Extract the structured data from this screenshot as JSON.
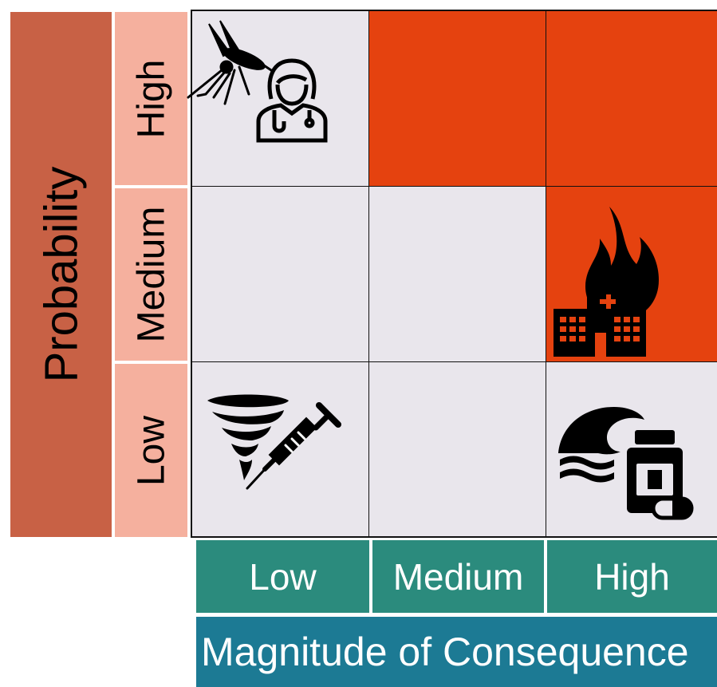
{
  "probability_axis": {
    "title": "Probability",
    "levels": [
      "High",
      "Medium",
      "Low"
    ]
  },
  "consequence_axis": {
    "title": "Magnitude of Consequence",
    "levels": [
      "Low",
      "Medium",
      "High"
    ]
  },
  "matrix": [
    {
      "probability": "High",
      "consequence": "Low",
      "risk": "low",
      "icons": [
        "mosquito-icon",
        "doctor-icon"
      ]
    },
    {
      "probability": "High",
      "consequence": "Medium",
      "risk": "high",
      "icons": []
    },
    {
      "probability": "High",
      "consequence": "High",
      "risk": "high",
      "icons": []
    },
    {
      "probability": "Medium",
      "consequence": "Low",
      "risk": "low",
      "icons": []
    },
    {
      "probability": "Medium",
      "consequence": "Medium",
      "risk": "low",
      "icons": []
    },
    {
      "probability": "Medium",
      "consequence": "High",
      "risk": "high",
      "icons": [
        "hospital-fire-icon"
      ]
    },
    {
      "probability": "Low",
      "consequence": "Low",
      "risk": "low",
      "icons": [
        "tornado-icon",
        "syringe-icon"
      ]
    },
    {
      "probability": "Low",
      "consequence": "Medium",
      "risk": "low",
      "icons": []
    },
    {
      "probability": "Low",
      "consequence": "High",
      "risk": "low",
      "icons": [
        "tsunami-icon",
        "medicine-bottle-icon",
        "pill-icon"
      ]
    }
  ],
  "colors": {
    "probability_title_bg": "#C86145",
    "probability_level_bg": "#F5B09E",
    "high_risk_cell": "#E5420F",
    "low_risk_cell": "#E9E6EC",
    "consequence_level_bg": "#2B8B7D",
    "consequence_title_bg": "#1C7A94"
  }
}
